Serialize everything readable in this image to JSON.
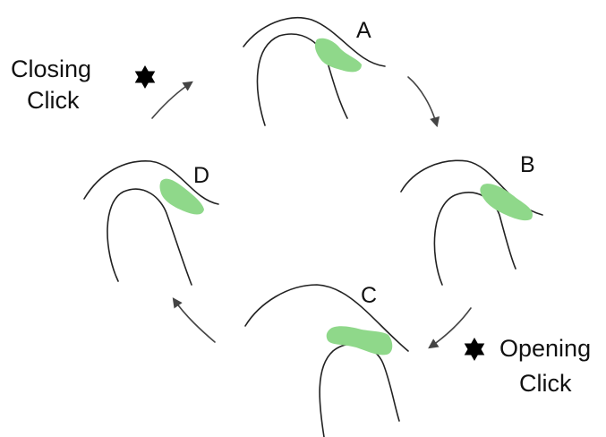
{
  "colors": {
    "disc": "#8fd88a",
    "outline": "#222222",
    "arrow": "#444444",
    "star": "#000000"
  },
  "panels": [
    {
      "id": "a",
      "label": "A"
    },
    {
      "id": "b",
      "label": "B"
    },
    {
      "id": "c",
      "label": "C"
    },
    {
      "id": "d",
      "label": "D"
    }
  ],
  "clicks": {
    "closing": {
      "line1": "Closing",
      "line2": "Click",
      "icon": "star-icon"
    },
    "opening": {
      "line1": "Opening",
      "line2": "Click",
      "icon": "star-icon"
    }
  }
}
